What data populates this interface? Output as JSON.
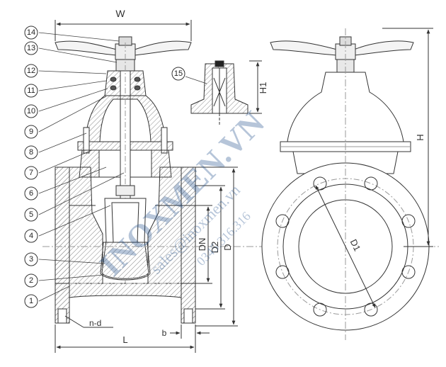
{
  "dimensions": {
    "W": "W",
    "H": "H",
    "H1": "H1",
    "L": "L",
    "DN": "DN",
    "D": "D",
    "D1": "D1",
    "D2": "D2",
    "b": "b",
    "nd": "n-d"
  },
  "parts": [
    "1",
    "2",
    "3",
    "4",
    "5",
    "6",
    "7",
    "8",
    "9",
    "10",
    "11",
    "12",
    "13",
    "14",
    "15"
  ],
  "watermark": {
    "brand": "INOXMEN.VN",
    "email": "sales@inoxmen.vn",
    "phone": "0345.316.316"
  },
  "colors": {
    "line": "#333333",
    "hatch": "#777777",
    "watermark": "#1f4f8a"
  }
}
